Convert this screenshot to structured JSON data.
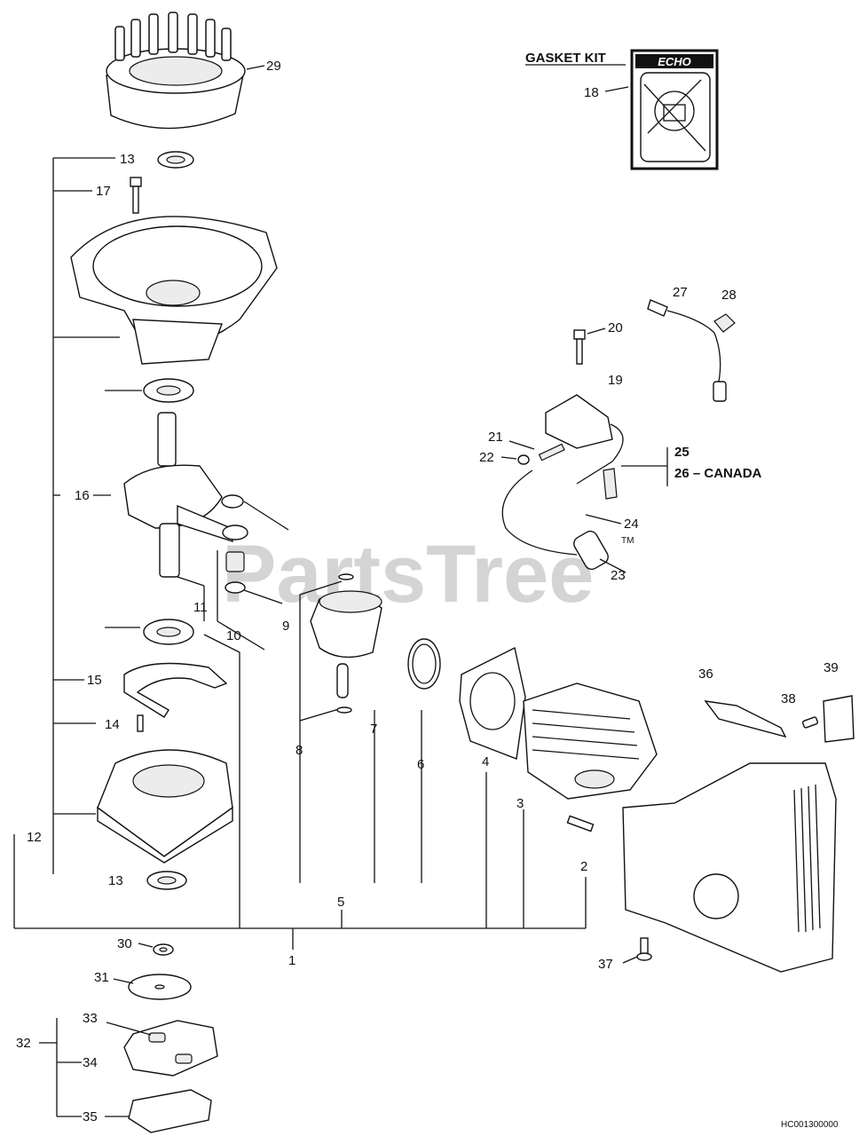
{
  "gasket_kit": {
    "label": "GASKET KIT",
    "logo_text": "ECHO"
  },
  "watermark": {
    "text": "PartsTree",
    "tm": "TM"
  },
  "callouts": {
    "c1": "1",
    "c2": "2",
    "c3": "3",
    "c4": "4",
    "c5": "5",
    "c6": "6",
    "c7": "7",
    "c8": "8",
    "c9": "9",
    "c10": "10",
    "c11": "11",
    "c12": "12",
    "c13a": "13",
    "c13b": "13",
    "c14": "14",
    "c15": "15",
    "c16": "16",
    "c17": "17",
    "c18": "18",
    "c19": "19",
    "c20": "20",
    "c21": "21",
    "c22": "22",
    "c23": "23",
    "c24": "24",
    "c25": "25",
    "c26": "26 – CANADA",
    "c27": "27",
    "c28": "28",
    "c29": "29",
    "c30": "30",
    "c31": "31",
    "c32": "32",
    "c33": "33",
    "c34": "34",
    "c35": "35",
    "c36": "36",
    "c37": "37",
    "c38": "38",
    "c39": "39"
  },
  "footer_code": "HC001300000"
}
